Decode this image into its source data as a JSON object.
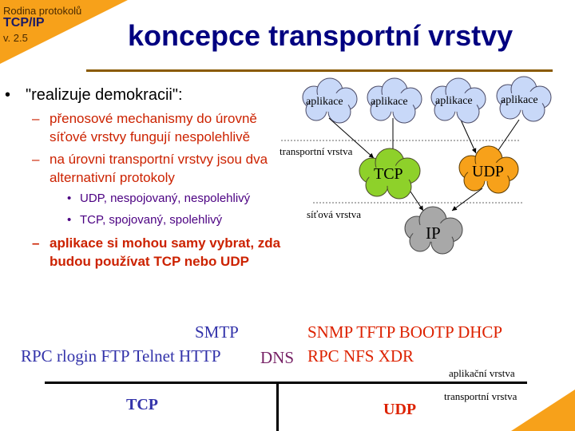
{
  "header": {
    "corner_line1": "Rodina protokolů",
    "corner_line2": "TCP/IP",
    "corner_line3": "v. 2.5",
    "title": "koncepce transportní vrstvy"
  },
  "bullets": {
    "main": "\"realizuje demokracii\":",
    "sub1": "přenosové mechanismy do úrovně síťové vrstvy fungují nespolehlivě",
    "sub2": "na úrovni transportní vrstvy jsou dva alternativní protokoly",
    "sub2_items": [
      "UDP, nespojovaný, nespolehlivý",
      "TCP, spojovaný, spolehlivý"
    ],
    "sub3": "aplikace si mohou samy vybrat, zda budou používat TCP nebo UDP"
  },
  "diagram": {
    "apps": [
      "aplikace",
      "aplikace",
      "aplikace",
      "aplikace"
    ],
    "tcp": "TCP",
    "udp": "UDP",
    "ip": "IP",
    "transport_layer_label": "transportní vrstva",
    "network_layer_label": "síťová vrstva"
  },
  "bottom": {
    "smtp": "SMTP",
    "tcp_apps": "RPC rlogin FTP Telnet HTTP",
    "dns": "DNS",
    "udp_apps_top": "SNMP TFTP BOOTP DHCP",
    "udp_apps_bottom": "RPC NFS XDR",
    "app_layer_label": "aplikační vrstva",
    "transport_layer_label": "transportní vrstva",
    "tcp_label": "TCP",
    "udp_label": "UDP"
  },
  "colors": {
    "accent_orange": "#f7a11a",
    "title_blue": "#000080",
    "bullet_red": "#cc2200",
    "sub_purple": "#4b0082",
    "tcp_green": "#8ed12a",
    "udp_orange": "#f7a11a",
    "cloud_blue": "#c8d8f8",
    "ip_gray": "#a8a8a8"
  }
}
